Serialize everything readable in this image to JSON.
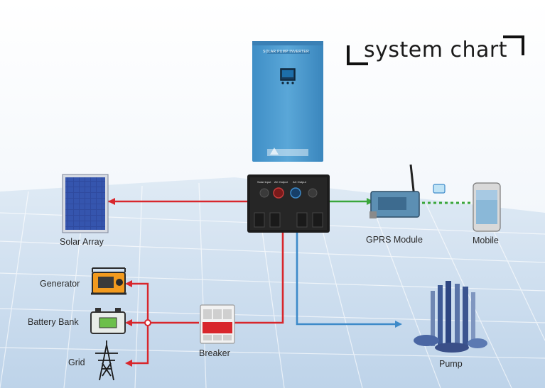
{
  "title": "system chart",
  "inverter": {
    "brand_text": "SOLAR PUMP INVERTER",
    "port_labels": [
      "Solar Input",
      "AC Output",
      "AC Output"
    ]
  },
  "components": {
    "solar_array": "Solar Array",
    "generator": "Generator",
    "battery_bank": "Battery Bank",
    "grid": "Grid",
    "breaker": "Breaker",
    "gprs_module": "GPRS Module",
    "mobile": "Mobile",
    "pump": "Pump"
  },
  "colors": {
    "dc_line": "#d8262c",
    "ac_line": "#3d8ac9",
    "data_line": "#3aa63a",
    "inverter_body": "#4f9dd0",
    "panel_cells": "#2f4a9e"
  }
}
